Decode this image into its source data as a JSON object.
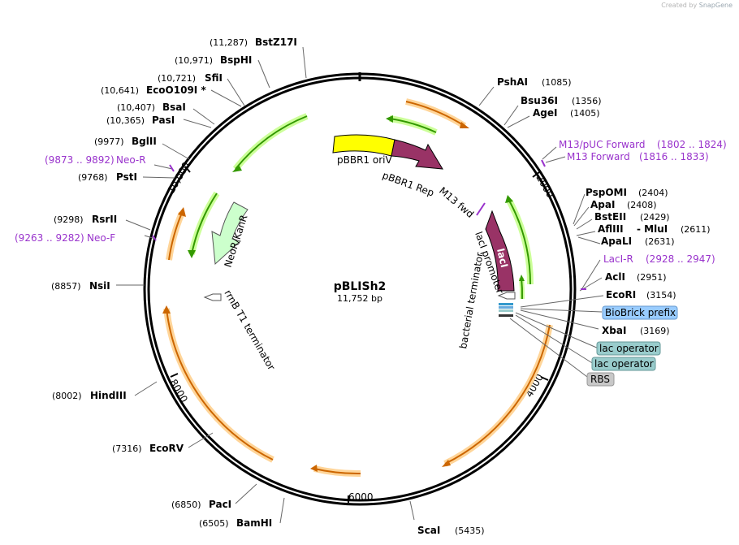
{
  "credit": {
    "prefix": "Created by",
    "brand": "SnapGene"
  },
  "plasmid": {
    "name": "pBLISh2",
    "length": "11,752 bp"
  },
  "ticks": [
    "2000",
    "4000",
    "6000",
    "8000",
    "10,000"
  ],
  "enzymes": [
    {
      "name": "BstZ17I",
      "pos": "(11,287)"
    },
    {
      "name": "BspHI",
      "pos": "(10,971)"
    },
    {
      "name": "SfiI",
      "pos": "(10,721)"
    },
    {
      "name": "EcoO109I *",
      "pos": "(10,641)"
    },
    {
      "name": "BsaI",
      "pos": "(10,407)"
    },
    {
      "name": "PasI",
      "pos": "(10,365)"
    },
    {
      "name": "BglII",
      "pos": "(9977)"
    },
    {
      "name": "PstI",
      "pos": "(9768)"
    },
    {
      "name": "RsrII",
      "pos": "(9298)"
    },
    {
      "name": "NsiI",
      "pos": "(8857)"
    },
    {
      "name": "HindIII",
      "pos": "(8002)"
    },
    {
      "name": "EcoRV",
      "pos": "(7316)"
    },
    {
      "name": "PacI",
      "pos": "(6850)"
    },
    {
      "name": "BamHI",
      "pos": "(6505)"
    },
    {
      "name": "ScaI",
      "pos": "(5435)"
    },
    {
      "name": "PshAI",
      "pos": "(1085)"
    },
    {
      "name": "Bsu36I",
      "pos": "(1356)"
    },
    {
      "name": "AgeI",
      "pos": "(1405)"
    },
    {
      "name": "PspOMI",
      "pos": "(2404)"
    },
    {
      "name": "ApaI",
      "pos": "(2408)"
    },
    {
      "name": "BstEII",
      "pos": "(2429)"
    },
    {
      "name": "AflIII",
      "pos": "(2611)",
      "extra": "- MluI"
    },
    {
      "name": "ApaLI",
      "pos": "(2631)"
    },
    {
      "name": "AclI",
      "pos": "(2951)"
    },
    {
      "name": "EcoRI",
      "pos": "(3154)"
    },
    {
      "name": "XbaI",
      "pos": "(3169)"
    }
  ],
  "primers": [
    {
      "name": "Neo-R",
      "pos": "(9873 .. 9892)"
    },
    {
      "name": "Neo-F",
      "pos": "(9263 .. 9282)"
    },
    {
      "name": "M13/pUC Forward",
      "pos": "(1802 .. 1824)"
    },
    {
      "name": "M13 Forward",
      "pos": "(1816 .. 1833)"
    },
    {
      "name": "LacI-R",
      "pos": "(2928 .. 2947)"
    }
  ],
  "inner_features": {
    "ori": "pBBR1 oriV",
    "rep": "pBBR1 Rep",
    "m13": "M13 fwd",
    "laci_promoter": "lacI promoter",
    "laci": "lacI",
    "bact_term": "bacterial terminator",
    "neo": "NeoR/KanR",
    "rrnb": "rrnB T1 terminator"
  },
  "callouts": [
    {
      "label": "BioBrick prefix",
      "color": "#99ccff"
    },
    {
      "label": "lac operator",
      "color": "#99cccc"
    },
    {
      "label": "lac operator",
      "color": "#99cccc"
    },
    {
      "label": "RBS",
      "color": "#c8c8c8"
    }
  ],
  "colors": {
    "orf_green": "#339900",
    "orf_glow": "#ccff99",
    "orange": "#cc6600",
    "orange_glow": "#ffd599",
    "ori_yellow": "#ffff00",
    "rep_maroon": "#993366",
    "laci_maroon": "#993366",
    "neo_fill": "#ccffcc",
    "primer": "#9933cc"
  }
}
